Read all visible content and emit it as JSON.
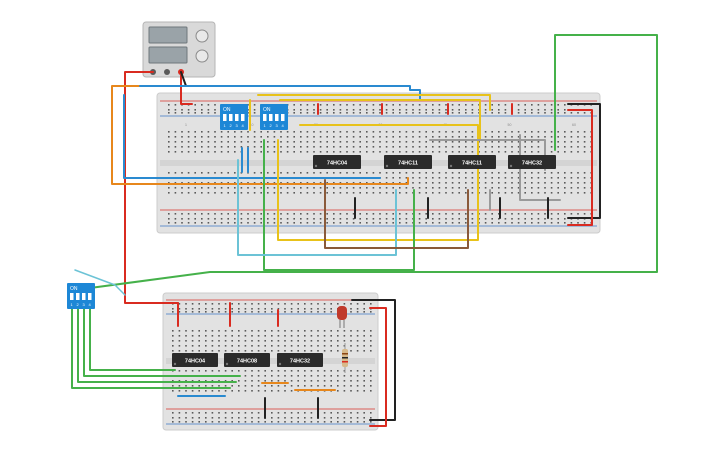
{
  "colors": {
    "breadboard": "#e3e3e3",
    "breadboard_edge": "#cfcfcf",
    "hole": "#5a5a5a",
    "rail_red": "#d9302a",
    "rail_blue": "#3b77c4",
    "chip": "#2b2b2b",
    "dip_switch": "#1d87d6",
    "wire_orange": "#e7871c",
    "wire_red": "#d92b20",
    "wire_black": "#222222",
    "wire_yellow": "#e8c21a",
    "wire_green": "#45b14a",
    "wire_blue": "#2a8ad0",
    "wire_lightblue": "#6cc3d6",
    "wire_brown": "#8a5a3a",
    "wire_gray": "#9a9a9a",
    "led": "#c0392b",
    "power_supply": "#d9d9d9"
  },
  "power_supply": {
    "name": "power-supply",
    "icon": "power-supply-icon"
  },
  "top_board": {
    "chips": [
      {
        "label": "74HC04"
      },
      {
        "label": "74HC11"
      },
      {
        "label": "74HC11"
      },
      {
        "label": "74HC32"
      }
    ],
    "dip_switches": [
      {
        "on_label": "ON",
        "numbers": [
          "1",
          "2",
          "3",
          "4"
        ]
      },
      {
        "on_label": "ON",
        "numbers": [
          "1",
          "2",
          "3",
          "4"
        ]
      }
    ],
    "column_numbers": [
      "1",
      "10",
      "20",
      "30",
      "40",
      "50",
      "60"
    ]
  },
  "bottom_board": {
    "chips": [
      {
        "label": "74HC04"
      },
      {
        "label": "74HC08"
      },
      {
        "label": "74HC32"
      }
    ],
    "dip_switch": {
      "on_label": "ON",
      "numbers": [
        "1",
        "2",
        "3",
        "4"
      ]
    },
    "led": {
      "name": "led",
      "color": "red"
    },
    "resistor": {
      "name": "resistor"
    }
  }
}
